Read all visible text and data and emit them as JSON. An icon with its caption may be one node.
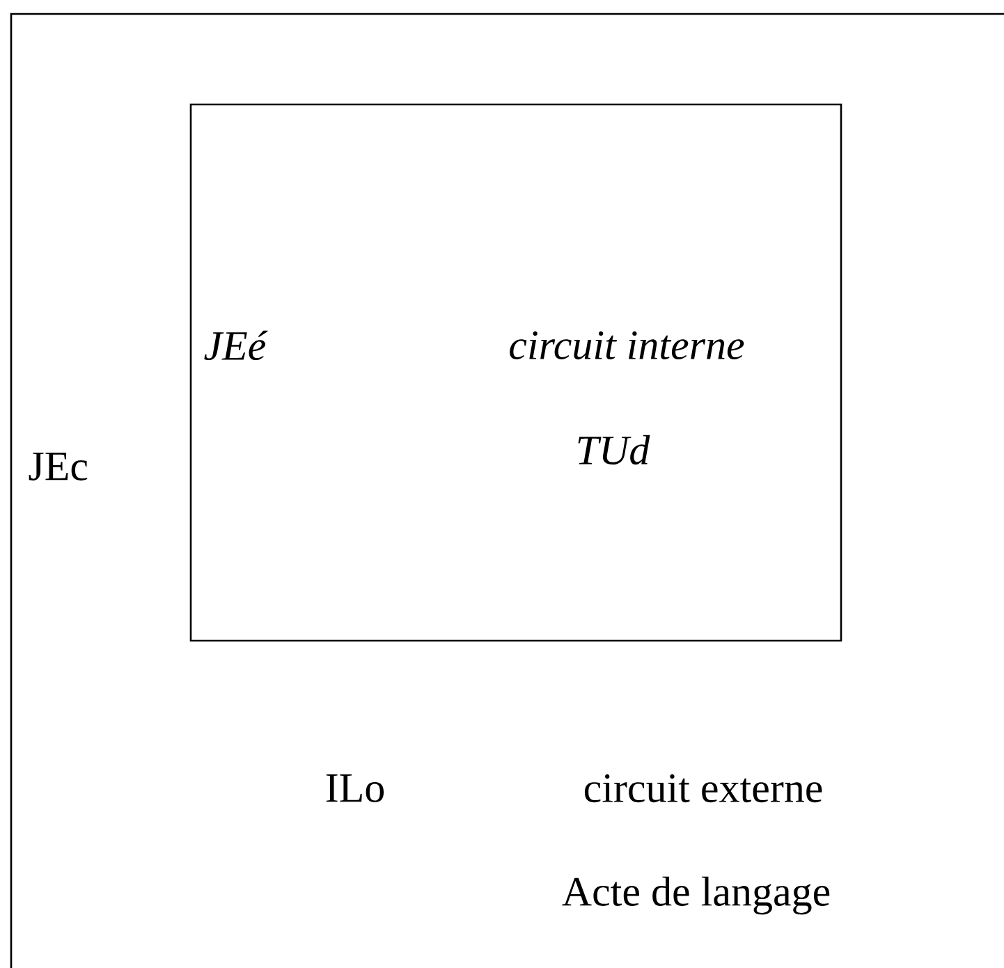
{
  "diagram": {
    "nodes": [
      {
        "text": [
          "JEc",
          "ILo",
          "circuit externe",
          "Acte de langage"
        ]
      },
      {
        "text": [
          "JEé",
          "circuit interne",
          "TUd"
        ],
        "in": 0
      }
    ]
  }
}
